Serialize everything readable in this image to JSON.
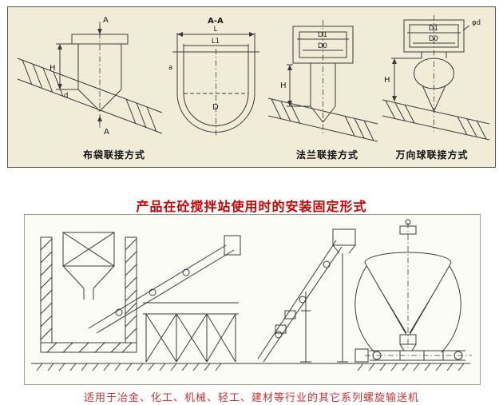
{
  "title": "产品在砼搅拌站使用时的安装固定形式",
  "footer": "适用于冶金、化工、机械、轻工、建材等行业的其它系列螺旋输送机",
  "top_panel": {
    "captions": {
      "bag": "布袋联接方式",
      "flange": "法兰联接方式",
      "ball": "万向球联接方式"
    },
    "section_label": "A-A",
    "dims": {
      "A": "A",
      "H": "H",
      "d": "d",
      "a": "a",
      "L": "L",
      "L1": "L1",
      "D": "D",
      "D1": "D1",
      "D0": "D0",
      "phi_d": "φd"
    }
  },
  "colors": {
    "top_panel_bg": "#f1ecd8",
    "top_panel_border": "#55544c",
    "bottom_panel_bg": "#fcfcf6",
    "line": "#3a3a3a",
    "title_red": "#cc0000",
    "footer_red": "#cc3333"
  }
}
